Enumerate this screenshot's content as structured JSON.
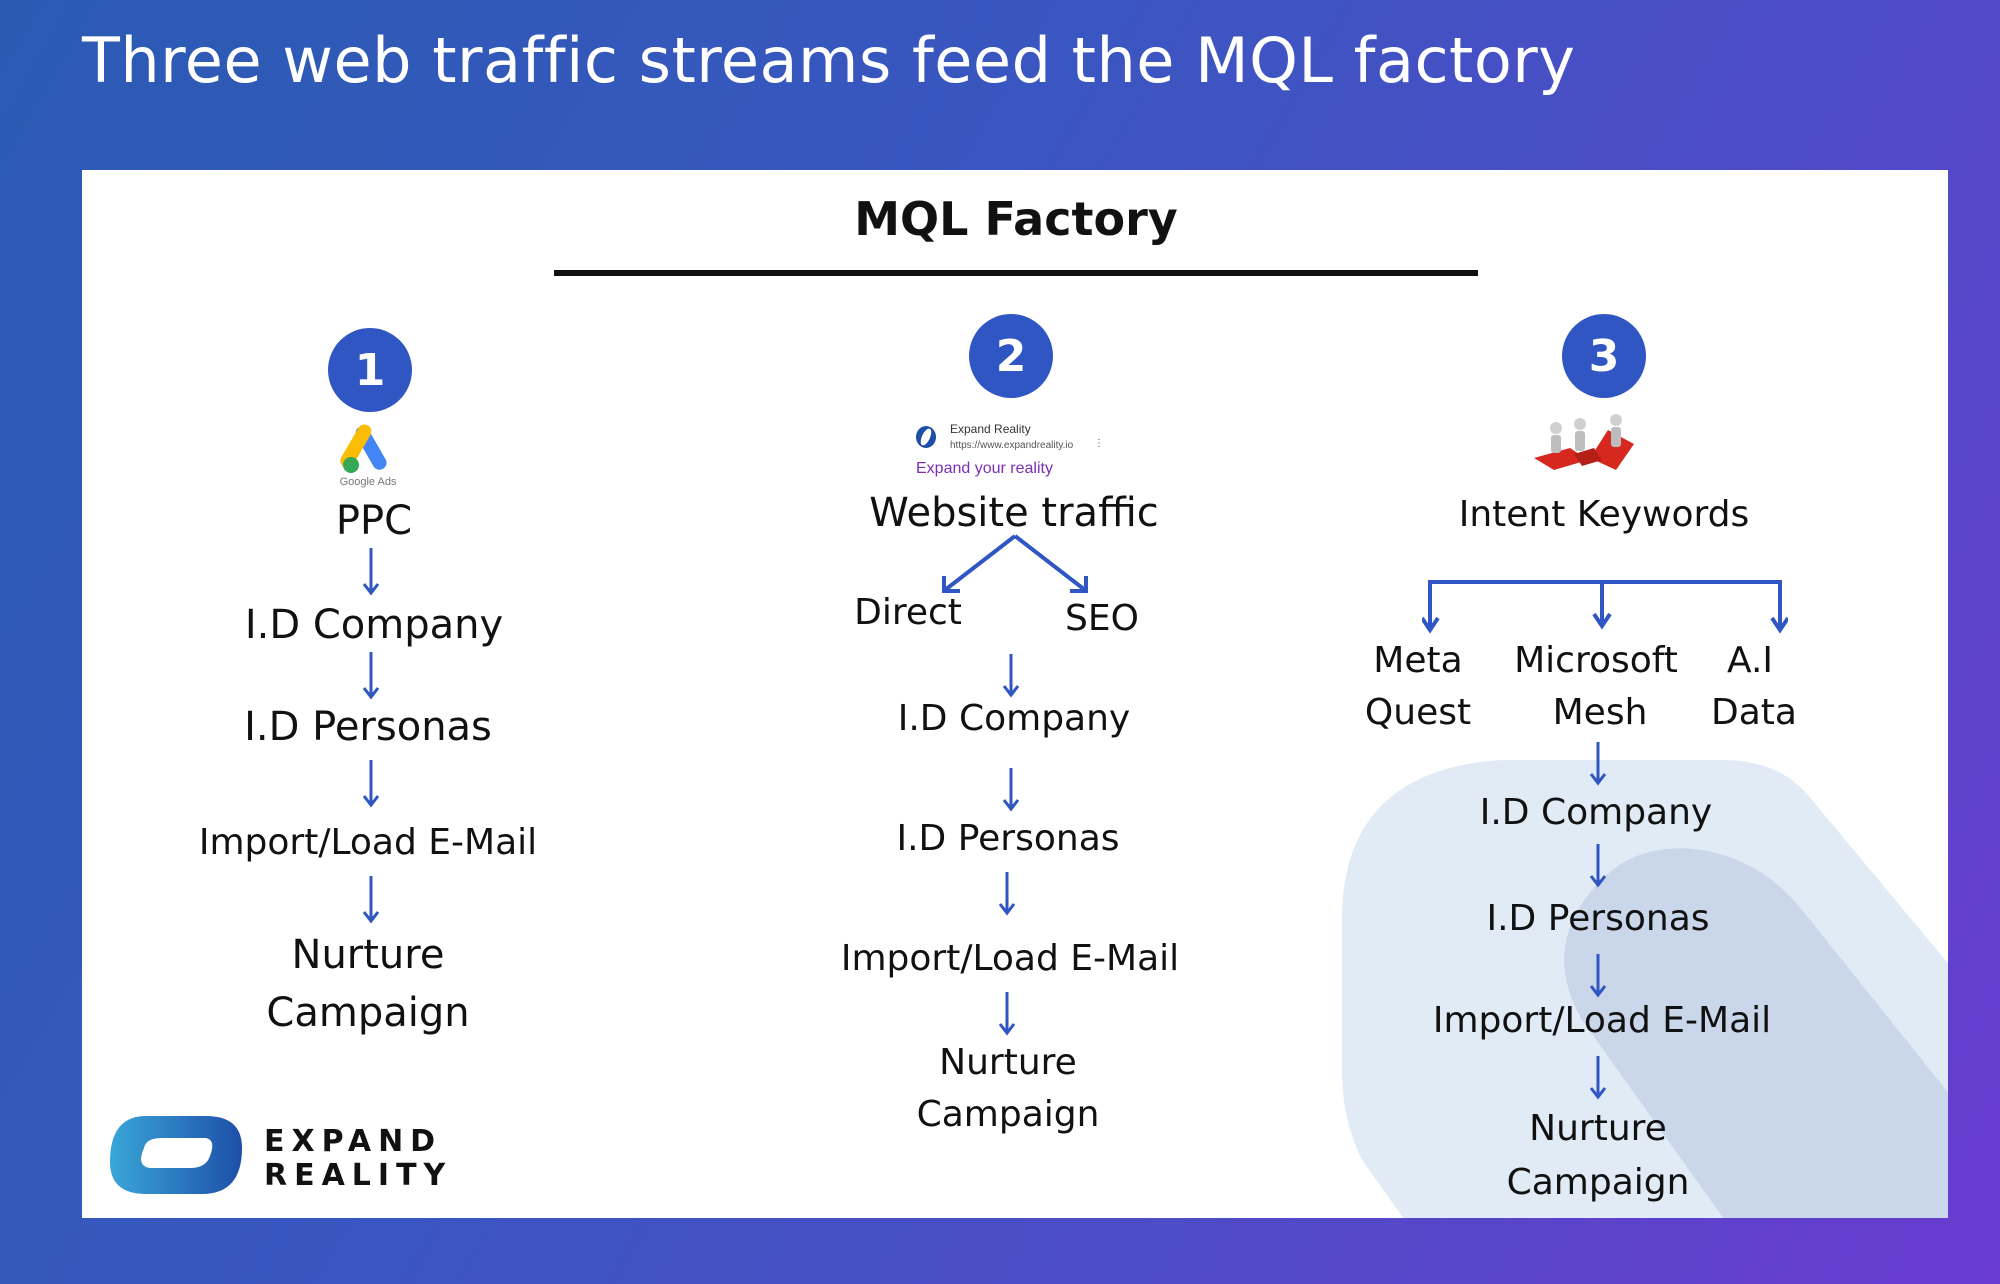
{
  "slide_title": "Three web traffic streams feed the MQL factory",
  "factory_title": "MQL Factory",
  "colors": {
    "accent": "#2f56c3",
    "text": "#111111",
    "serp_link": "#7a2fb5"
  },
  "logo": {
    "icon": "expand-reality-logo-icon",
    "line1": "EXPAND",
    "line2": "REALITY"
  },
  "columns": [
    {
      "number": "1",
      "icon": "google-ads-icon",
      "icon_caption": "Google Ads",
      "source": "PPC",
      "steps": [
        "I.D Company",
        "I.D Personas",
        "Import/Load E-Mail"
      ],
      "final": [
        "Nurture",
        "Campaign"
      ]
    },
    {
      "number": "2",
      "icon": "search-result-snippet",
      "serp": {
        "title": "Expand Reality",
        "url": "https://www.expandreality.io",
        "link": "Expand your reality"
      },
      "source": "Website traffic",
      "branches": [
        "Direct",
        "SEO"
      ],
      "steps": [
        "I.D Company",
        "I.D Personas",
        "Import/Load E-Mail"
      ],
      "final": [
        "Nurture",
        "Campaign"
      ]
    },
    {
      "number": "3",
      "icon": "keyword-figures-icon",
      "source": "Intent Keywords",
      "branches": [
        [
          "Meta",
          "Quest"
        ],
        [
          "Microsoft",
          "Mesh"
        ],
        [
          "A.I",
          "Data"
        ]
      ],
      "steps": [
        "I.D Company",
        "I.D Personas",
        "Import/Load E-Mail"
      ],
      "final": [
        "Nurture",
        "Campaign"
      ]
    }
  ]
}
